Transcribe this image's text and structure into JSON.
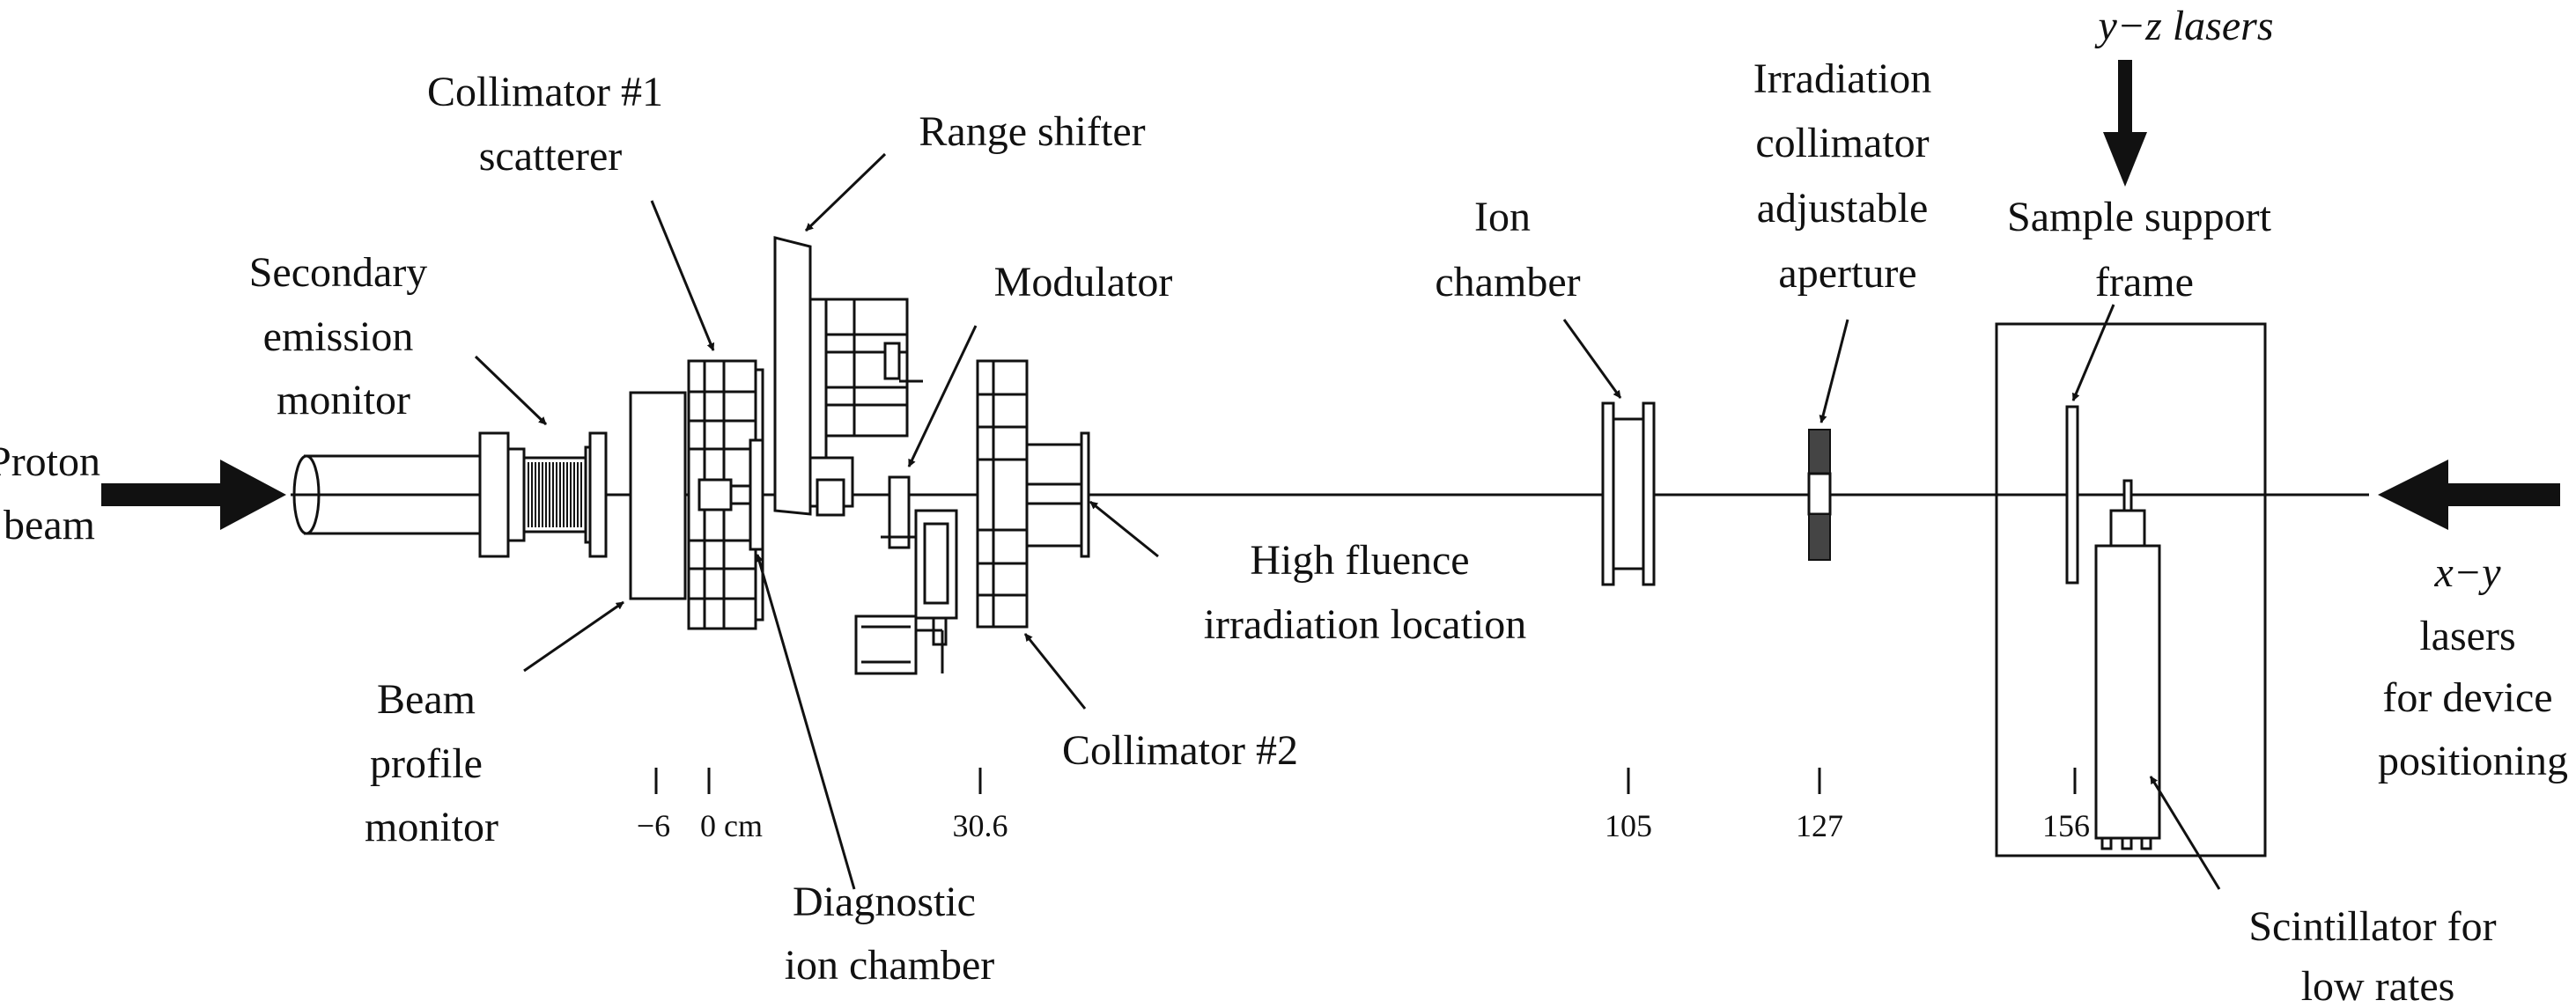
{
  "labels": {
    "proton_beam": [
      "Proton",
      "beam"
    ],
    "secondary_emission_monitor": [
      "Secondary",
      "emission",
      "monitor"
    ],
    "collimator1_scatterer": [
      "Collimator #1",
      "scatterer"
    ],
    "range_shifter": [
      "Range shifter"
    ],
    "modulator": [
      "Modulator"
    ],
    "ion_chamber": [
      "Ion",
      "chamber"
    ],
    "irradiation_collimator": [
      "Irradiation",
      "collimator",
      "adjustable",
      "aperture"
    ],
    "yz_lasers": [
      "y−z lasers"
    ],
    "sample_support_frame": [
      "Sample support",
      "frame"
    ],
    "xy_lasers": [
      "x−y",
      "lasers",
      "for device",
      "positioning"
    ],
    "high_fluence": [
      "High fluence",
      "irradiation location"
    ],
    "beam_profile_monitor": [
      "Beam",
      "profile",
      "monitor"
    ],
    "collimator2": [
      "Collimator #2"
    ],
    "diagnostic_ion_chamber": [
      "Diagnostic",
      "ion chamber"
    ],
    "scintillator": [
      "Scintillator for",
      "low rates"
    ]
  },
  "ticks": [
    "−6",
    "0 cm",
    "30.6",
    "105",
    "127",
    "156"
  ]
}
